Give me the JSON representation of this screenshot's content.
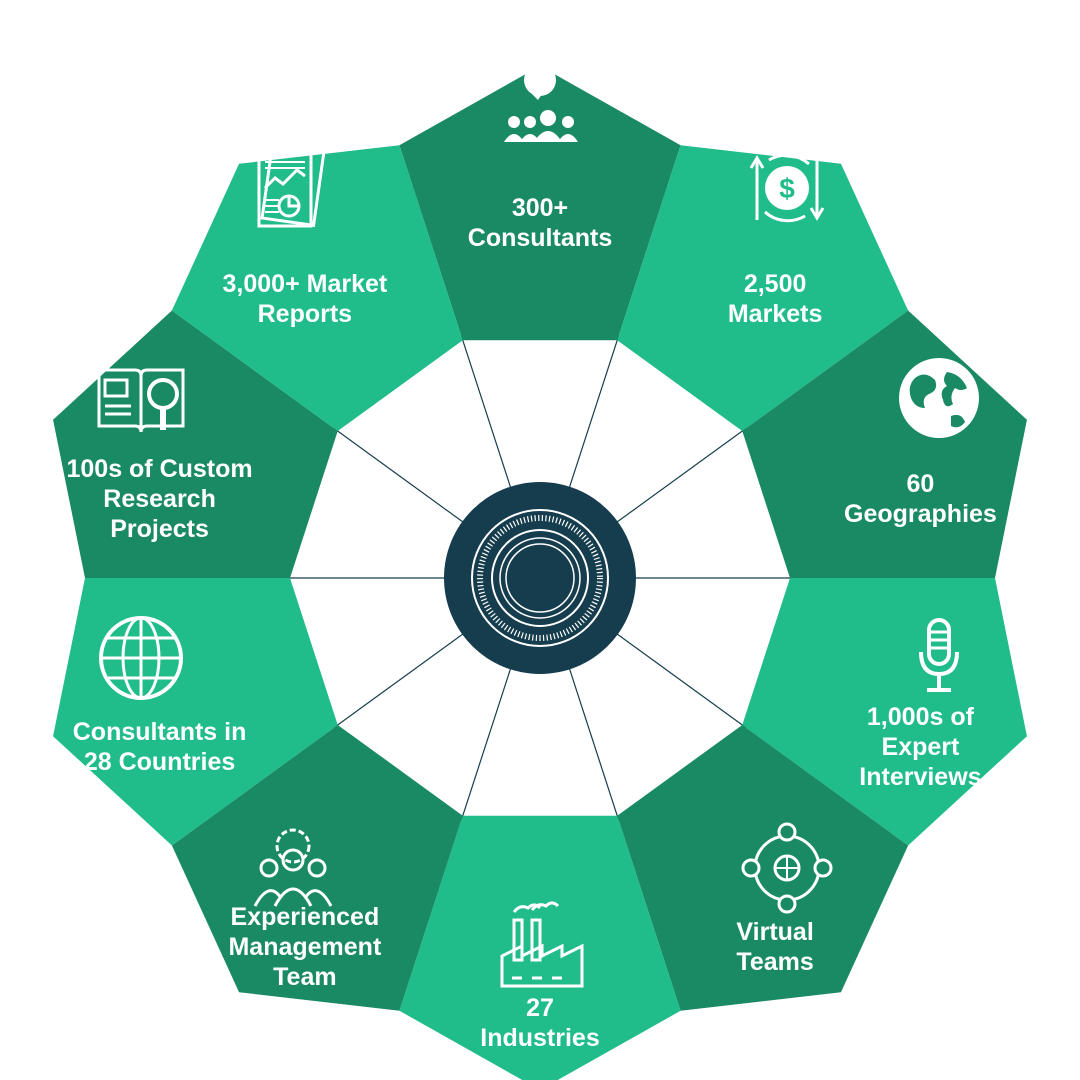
{
  "colors": {
    "dark_green": "#1a8a64",
    "light_green": "#20bc8a",
    "hub": "#163d4e",
    "spoke": "#163d4e",
    "white": "#ffffff"
  },
  "segments": [
    {
      "id": "consultants",
      "label": "300+\nConsultants",
      "icon": "people-chat-icon",
      "shade": "dark"
    },
    {
      "id": "markets",
      "label": "2,500\nMarkets",
      "icon": "dollar-exchange-icon",
      "shade": "light"
    },
    {
      "id": "geographies",
      "label": "60\nGeographies",
      "icon": "earth-icon",
      "shade": "dark"
    },
    {
      "id": "interviews",
      "label": "1,000s of\nExpert\nInterviews",
      "icon": "microphone-icon",
      "shade": "light"
    },
    {
      "id": "virtual-teams",
      "label": "Virtual\nTeams",
      "icon": "network-people-icon",
      "shade": "dark"
    },
    {
      "id": "industries",
      "label": "27\nIndustries",
      "icon": "factory-icon",
      "shade": "light"
    },
    {
      "id": "management",
      "label": "Experienced\nManagement\nTeam",
      "icon": "team-gear-icon",
      "shade": "dark"
    },
    {
      "id": "countries",
      "label": "Consultants in\n28 Countries",
      "icon": "globe-icon",
      "shade": "light"
    },
    {
      "id": "custom-research",
      "label": "100s of Custom\nResearch\nProjects",
      "icon": "book-magnifier-icon",
      "shade": "dark"
    },
    {
      "id": "reports",
      "label": "3,000+ Market\nReports",
      "icon": "report-chart-icon",
      "shade": "light"
    }
  ]
}
